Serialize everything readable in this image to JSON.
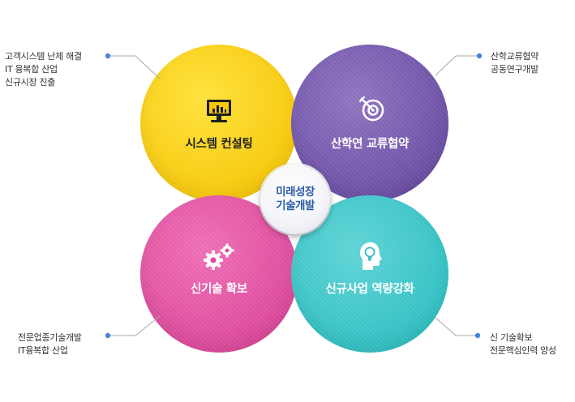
{
  "center": {
    "line1": "미래성장",
    "line2": "기술개발"
  },
  "quadrants": {
    "top_left": {
      "label": "시스템 컨설팅",
      "color": "#f6c90c",
      "icon": "computer-monitor-icon"
    },
    "top_right": {
      "label": "산학연 교류협약",
      "color": "#6d50a6",
      "icon": "target-dart-icon"
    },
    "bottom_left": {
      "label": "신기술 확보",
      "color": "#dd4a9b",
      "icon": "gears-icon"
    },
    "bottom_right": {
      "label": "신규사업 역량강화",
      "color": "#33c1c3",
      "icon": "head-lightbulb-icon"
    }
  },
  "notes": {
    "top_left": [
      "고객시스템 난제 해결",
      "IT 융복합 산업",
      "신규시장 진출"
    ],
    "top_right": [
      "산학교류협약",
      "공동연구개발"
    ],
    "bottom_left": [
      "전문업종기술개발",
      "IT융복합 산업"
    ],
    "bottom_right": [
      "신 기술확보",
      "전문핵심인력 양성"
    ]
  },
  "connector_color": "#999999",
  "dot_color": "#4a86d8"
}
